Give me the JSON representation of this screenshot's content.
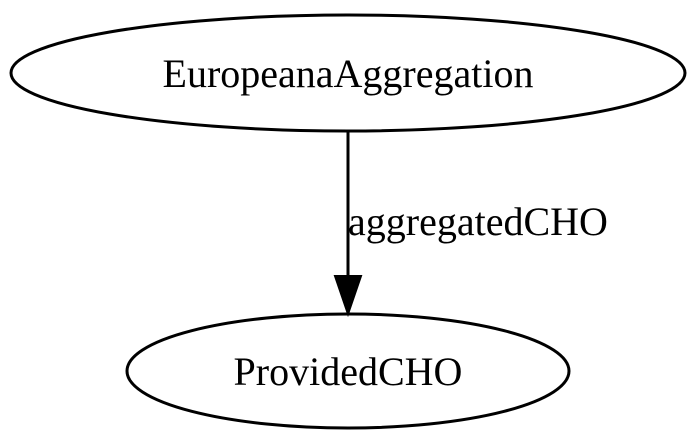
{
  "diagram": {
    "nodes": [
      {
        "id": "source",
        "label": "EuropeanaAggregation"
      },
      {
        "id": "target",
        "label": "ProvidedCHO"
      }
    ],
    "edges": [
      {
        "from": "source",
        "to": "target",
        "label": "aggregatedCHO"
      }
    ],
    "colors": {
      "stroke": "#000000",
      "background": "#ffffff"
    }
  }
}
